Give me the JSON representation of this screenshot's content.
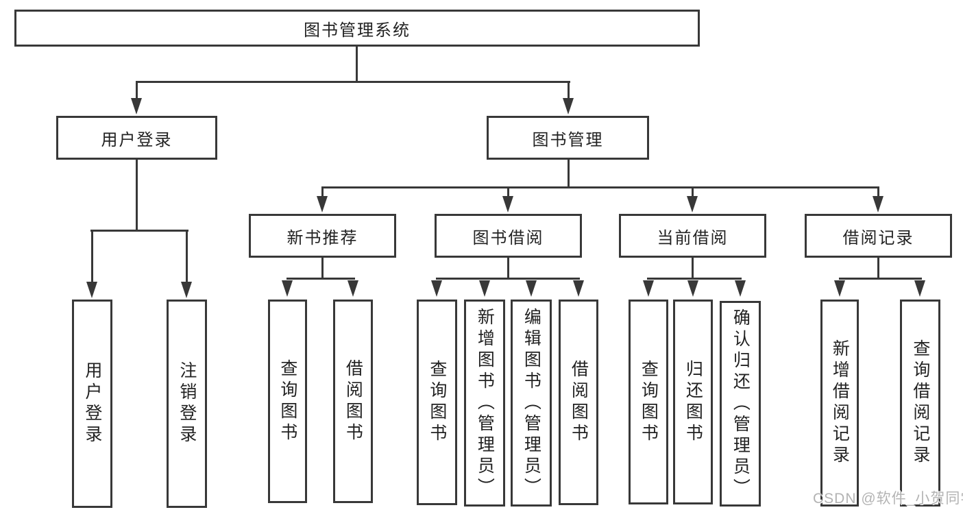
{
  "diagram": {
    "title": "图书管理系统",
    "root": {
      "label": "图书管理系统"
    },
    "branches": [
      {
        "label": "用户登录",
        "children": [
          {
            "label": "用户登录"
          },
          {
            "label": "注销登录"
          }
        ]
      },
      {
        "label": "图书管理",
        "children": [
          {
            "label": "新书推荐",
            "children": [
              {
                "label": "查询图书"
              },
              {
                "label": "借阅图书"
              }
            ]
          },
          {
            "label": "图书借阅",
            "children": [
              {
                "label": "查询图书"
              },
              {
                "label": "新增图书（管理员）"
              },
              {
                "label": "编辑图书（管理员）"
              },
              {
                "label": "借阅图书"
              }
            ]
          },
          {
            "label": "当前借阅",
            "children": [
              {
                "label": "查询图书"
              },
              {
                "label": "归还图书"
              },
              {
                "label": "确认归还（管理员）"
              }
            ]
          },
          {
            "label": "借阅记录",
            "children": [
              {
                "label": "新增借阅记录"
              },
              {
                "label": "查询借阅记录"
              }
            ]
          }
        ]
      }
    ]
  },
  "watermark": {
    "text": "CSDN @软件_小贺同学"
  },
  "colors": {
    "line": "#383838",
    "text": "#222222",
    "background": "#ffffff",
    "watermark": "#b3b3b3"
  }
}
